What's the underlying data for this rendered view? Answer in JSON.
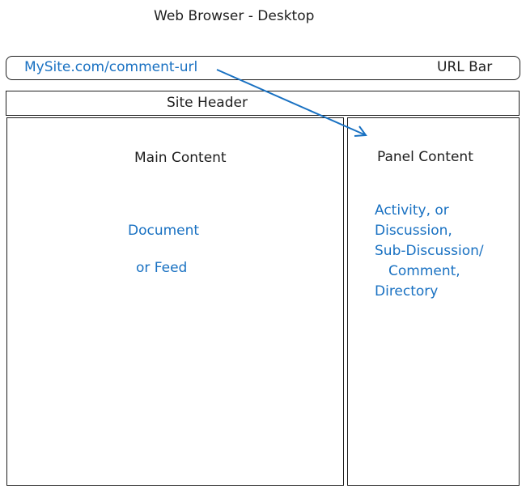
{
  "title": "Web Browser - Desktop",
  "url_bar": {
    "url": "MySite.com/comment-url",
    "label": "URL Bar"
  },
  "site_header": "Site Header",
  "main": {
    "title": "Main Content",
    "line1": "Document",
    "line2": "or Feed"
  },
  "panel": {
    "title": "Panel Content",
    "lines": [
      "Activity, or",
      "Discussion,",
      "Sub-Discussion/",
      "Comment,",
      "Directory"
    ]
  },
  "colors": {
    "accent": "#1971c2",
    "stroke": "#1e1e1e"
  }
}
